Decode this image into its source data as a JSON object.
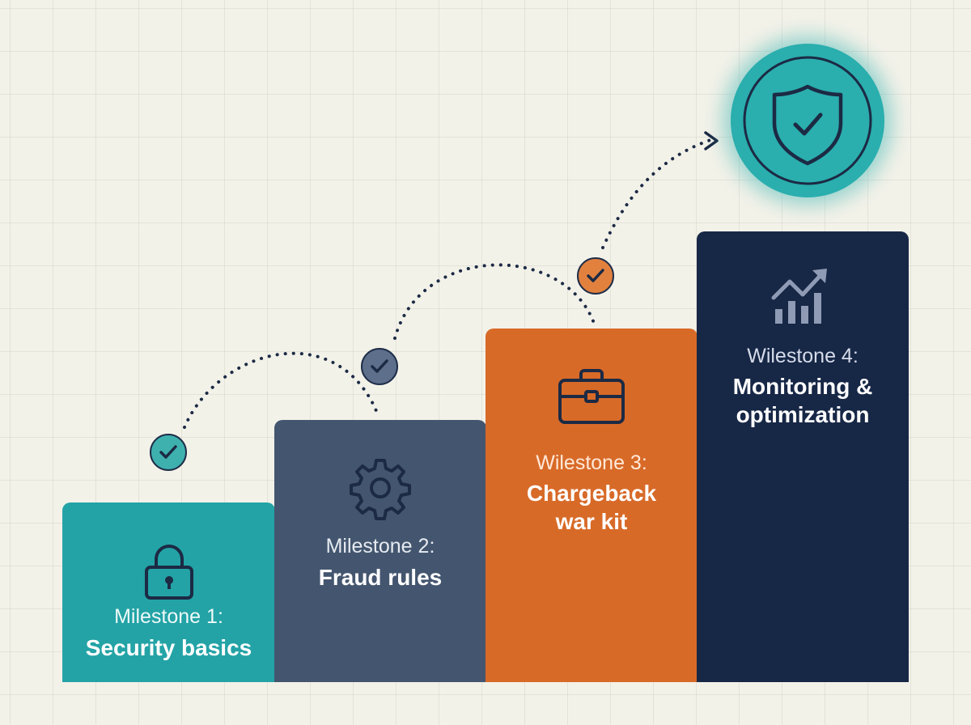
{
  "milestones": [
    {
      "label": "Milestone 1:",
      "title": "Security basics",
      "icon": "lock-icon",
      "color": "#23a3a6"
    },
    {
      "label": "Milestone 2:",
      "title": "Fraud rules",
      "icon": "gear-icon",
      "color": "#44566f"
    },
    {
      "label": "Wilestone 3:",
      "title_line1": "Chargeback",
      "title_line2": "war kit",
      "icon": "briefcase-icon",
      "color": "#d86a28"
    },
    {
      "label": "Wilestone 4:",
      "title_line1": "Monitoring &",
      "title_line2": "optimization",
      "icon": "chart-growth-icon",
      "color": "#172746"
    }
  ],
  "checkpoints": [
    {
      "icon": "check-icon",
      "color": "#3eb1ae"
    },
    {
      "icon": "check-icon",
      "color": "#5d6f8b"
    },
    {
      "icon": "check-icon",
      "color": "#e2813e"
    }
  ],
  "goal": {
    "icon": "shield-check-icon",
    "color": "#2aaeae"
  }
}
